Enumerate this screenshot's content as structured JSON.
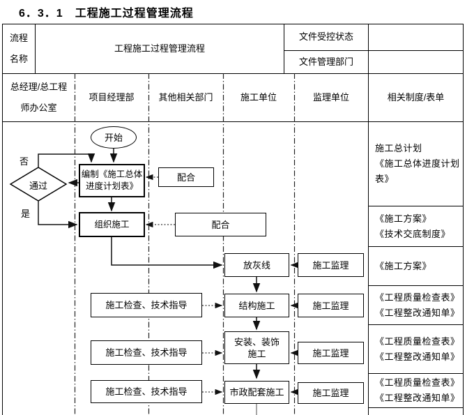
{
  "title": "6．3．1　工程施工过程管理流程",
  "header": {
    "row_label": "流程\n名称",
    "process_name": "工程施工过程管理流程",
    "controlled_status_label": "文件受控状态",
    "controlled_status_value": "",
    "management_dept_label": "文件管理部门",
    "management_dept_value": ""
  },
  "columns": [
    "总经理/总工程\n师办公室",
    "项目经理部",
    "其他相关部门",
    "施工单位",
    "监理单位",
    "相关制度/表单"
  ],
  "flow": {
    "start": "开始",
    "no_label": "否",
    "yes_label": "是",
    "decision": "通过",
    "prepare_plan": "编制《施工总体\n进度计划表》",
    "cooperate_1": "配合",
    "organize_construction": "组织施工",
    "cooperate_2": "配合",
    "lay_ash_line": "放灰线",
    "structure_construction": "结构施工",
    "install_decorate": "安装、装饰\n施工",
    "municipal_support": "市政配套施工",
    "supervision_1": "施工监理",
    "supervision_2": "施工监理",
    "supervision_3": "施工监理",
    "supervision_4": "施工监理",
    "inspection_1": "施工检查、技术指导",
    "inspection_2": "施工检查、技术指导",
    "inspection_3": "施工检查、技术指导"
  },
  "documents": [
    "施工总计划\n《施工总体进度计划表》",
    "《施工方案》\n《技术交底制度》",
    "《施工方案》",
    "《工程质量检查表》\n《工程整改通知单》",
    "《工程质量检查表》\n《工程整改通知单》",
    "《工程质量检查表》\n《工程整改通知单》"
  ],
  "colors": {
    "line": "#000000",
    "muted_line": "#888888",
    "background": "#ffffff"
  }
}
